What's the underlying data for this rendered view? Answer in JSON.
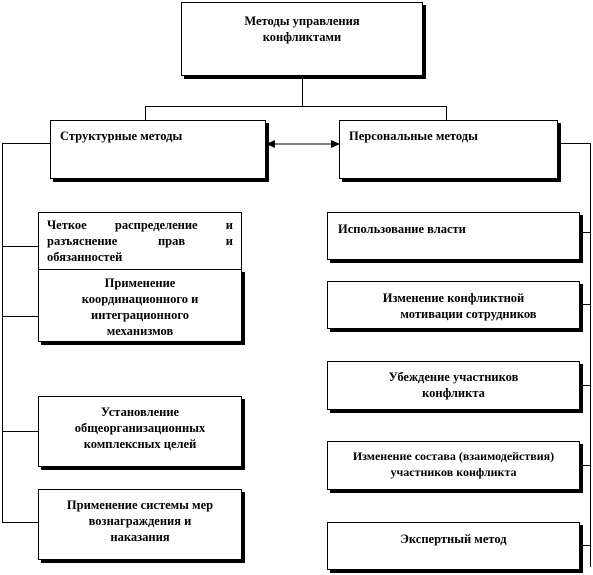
{
  "root": {
    "line1": "Методы управления",
    "line2": "конфликтами"
  },
  "left": {
    "title": "Структурные методы",
    "items": [
      {
        "lines": [
          "Четкое распределение и",
          "разъяснение прав и",
          "обязанностей"
        ]
      },
      {
        "lines": [
          "Применение",
          "координационного и",
          "интеграционного",
          "механизмов"
        ]
      },
      {
        "lines": [
          "Установление",
          "общеорганизационных",
          "комплексных целей"
        ]
      },
      {
        "lines": [
          "Применение системы мер",
          "вознаграждения и",
          "наказания"
        ]
      }
    ]
  },
  "right": {
    "title": "Персональные методы",
    "items": [
      {
        "lines": [
          "Использование власти"
        ]
      },
      {
        "lines": [
          "Изменение конфликтной",
          "мотивации сотрудников"
        ]
      },
      {
        "lines": [
          "Убеждение участников",
          "конфликта"
        ]
      },
      {
        "lines": [
          "Изменение состава (взаимодействия)",
          "участников конфликта"
        ]
      },
      {
        "lines": [
          "Экспертный метод"
        ]
      }
    ]
  }
}
